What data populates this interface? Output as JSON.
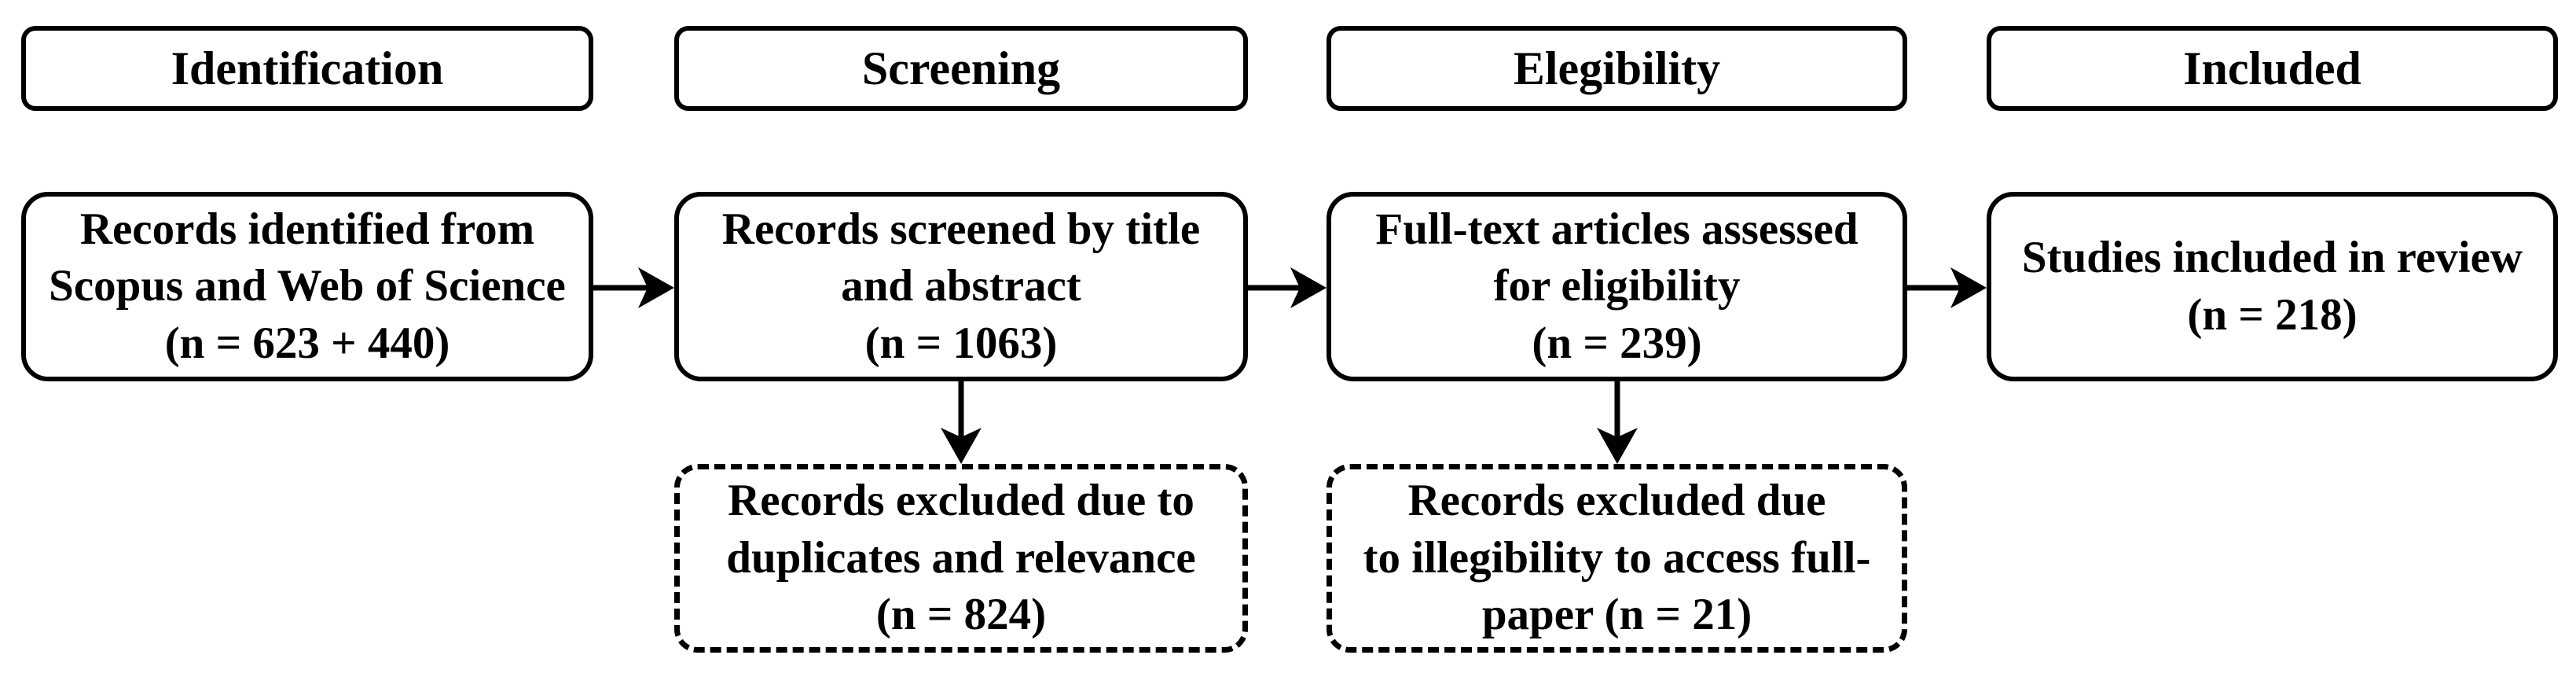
{
  "diagram_title": "PRISMA-style study selection flow diagram",
  "colors": {
    "background": "#ffffff",
    "border": "#000000",
    "text": "#000000",
    "arrow": "#000000"
  },
  "headers": [
    {
      "label": "Identification"
    },
    {
      "label": "Screening"
    },
    {
      "label": "Elegibility"
    },
    {
      "label": "Included"
    }
  ],
  "main_boxes": [
    {
      "lines": [
        "Records identified from",
        "Scopus and Web of Science",
        "(n = 623 + 440)"
      ],
      "n": "623 + 440"
    },
    {
      "lines": [
        "Records screened by title",
        "and abstract",
        "(n = 1063)"
      ],
      "n": "1063"
    },
    {
      "lines": [
        "Full-text articles assessed",
        "for eligibility",
        "(n = 239)"
      ],
      "n": "239"
    },
    {
      "lines": [
        "Studies included in review",
        "(n = 218)"
      ],
      "n": "218"
    }
  ],
  "excluded_boxes": [
    {
      "lines": [
        "Records excluded due to",
        "duplicates and relevance",
        "(n = 824)"
      ],
      "n": "824"
    },
    {
      "lines": [
        "Records excluded due",
        "to illegibility to access full-",
        "paper (n = 21)"
      ],
      "n": "21"
    }
  ]
}
